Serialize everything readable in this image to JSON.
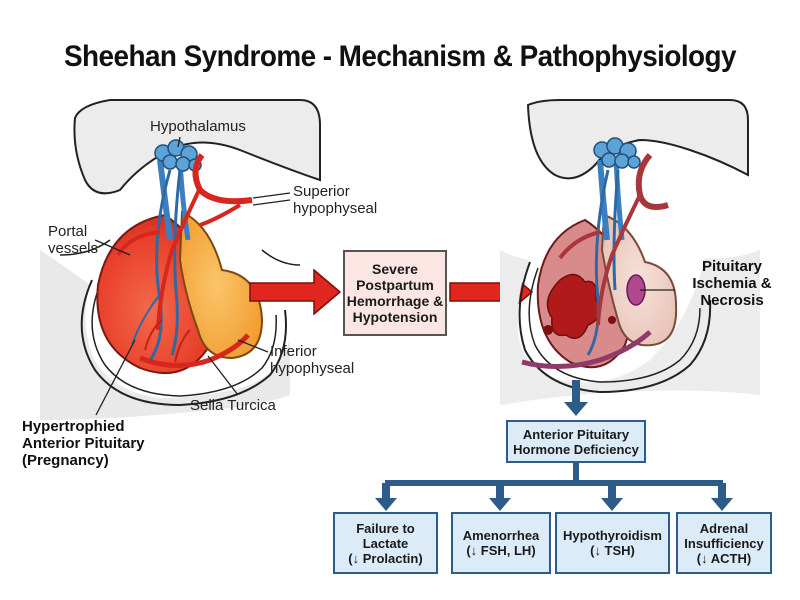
{
  "title": "Sheehan Syndrome - Mechanism & Pathophysiology",
  "normal_gland": {
    "hypothalamus": "Hypothalamus",
    "superior_line1": "Superior",
    "superior_line2": "hypophyseal",
    "portal_line1": "Portal",
    "portal_line2": "vessels",
    "inferior_line1": "Inferior",
    "inferior_line2": "hypophyseal",
    "sella": "Sella Turcica",
    "hypertrophied_line1": "Hypertrophied",
    "hypertrophied_line2": "Anterior Pituitary",
    "hypertrophied_line3": "(Pregnancy)"
  },
  "event": {
    "line1": "Severe",
    "line2": "Postpartum",
    "line3": "Hemorrhage &",
    "line4": "Hypotension"
  },
  "damaged_gland": {
    "line1": "Pituitary",
    "line2": "Ischemia &",
    "line3": "Necrosis"
  },
  "deficiency": {
    "line1": "Anterior Pituitary",
    "line2": "Hormone Deficiency"
  },
  "outcomes": [
    {
      "line1": "Failure to",
      "line2": "Lactate",
      "line3": "(↓ Prolactin)"
    },
    {
      "line1": "Amenorrhea",
      "line2": "(↓ FSH, LH)"
    },
    {
      "line1": "Hypothyroidism",
      "line2": "(↓ TSH)"
    },
    {
      "line1": "Adrenal",
      "line2": "Insufficiency",
      "line3": "(↓ ACTH)"
    }
  ],
  "colors": {
    "artery": "#d7261e",
    "vein": "#3c7fc0",
    "anterior_lobe": "#ee4a32",
    "posterior_lobe": "#f5a53a",
    "arrow_red": "#e0261f",
    "arrow_blue": "#2e5c8a",
    "box_blue": "#dcebf8",
    "box_pink": "#fbe6e4"
  }
}
